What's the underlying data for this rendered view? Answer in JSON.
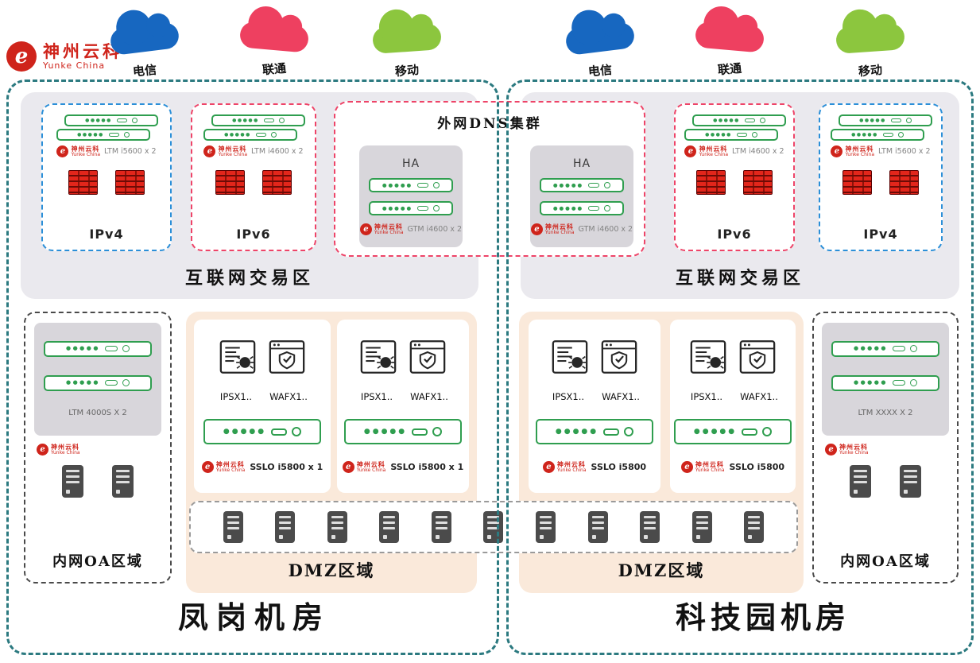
{
  "logo": {
    "brand": "神州云科",
    "brand_en": "Yunke China"
  },
  "isps": [
    {
      "label": "电信",
      "color": "#1767c0"
    },
    {
      "label": "联通",
      "color": "#ee4060"
    },
    {
      "label": "移动",
      "color": "#8cc63e"
    },
    {
      "label": "电信",
      "color": "#1767c0"
    },
    {
      "label": "联通",
      "color": "#ee4060"
    },
    {
      "label": "移动",
      "color": "#8cc63e"
    }
  ],
  "dns_cluster": {
    "title": "外网DNS集群",
    "ha": [
      {
        "label": "HA",
        "device": "GTM i4600 x 2"
      },
      {
        "label": "HA",
        "device": "GTM i4600 x 2"
      }
    ]
  },
  "left_dc": {
    "name": "凤岗机房",
    "internet_zone": {
      "label": "互联网交易区",
      "ipv4": {
        "device": "LTM i5600 x 2",
        "zone": "IPv4"
      },
      "ipv6": {
        "device": "LTM i4600 x 2",
        "zone": "IPv6"
      }
    },
    "oa_zone": {
      "device": "LTM 4000S X 2",
      "label": "内网OA区域"
    },
    "dmz": {
      "label": "DMZ区域",
      "clusters": [
        {
          "ips": "IPSX1..",
          "waf": "WAFX1..",
          "sslo": "SSLO i5800 x 1"
        },
        {
          "ips": "IPSX1..",
          "waf": "WAFX1..",
          "sslo": "SSLO i5800 x 1"
        }
      ]
    }
  },
  "right_dc": {
    "name": "科技园机房",
    "internet_zone": {
      "label": "互联网交易区",
      "ipv6": {
        "device": "LTM i4600 x 2",
        "zone": "IPv6"
      },
      "ipv4": {
        "device": "LTM i5600 x 2",
        "zone": "IPv4"
      }
    },
    "oa_zone": {
      "device": "LTM XXXX X 2",
      "label": "内网OA区域"
    },
    "dmz": {
      "label": "DMZ区域",
      "clusters": [
        {
          "ips": "IPSX1..",
          "waf": "WAFX1..",
          "sslo": "SSLO i5800"
        },
        {
          "ips": "IPSX1..",
          "waf": "WAFX1..",
          "sslo": "SSLO i5800"
        }
      ]
    }
  },
  "colors": {
    "telecom_cloud": "#1767c0",
    "unicom_cloud": "#ee4060",
    "mobile_cloud": "#8cc63e",
    "dc_border": "#2c7a80",
    "ipv4_border": "#2b8fd8",
    "ipv6_border": "#ee4468",
    "device_green": "#2f9e4f",
    "firewall_red": "#e2261b",
    "dmz_bg": "#fae9da",
    "zone_bg": "#eae9ee",
    "brand_red": "#cf241b"
  }
}
